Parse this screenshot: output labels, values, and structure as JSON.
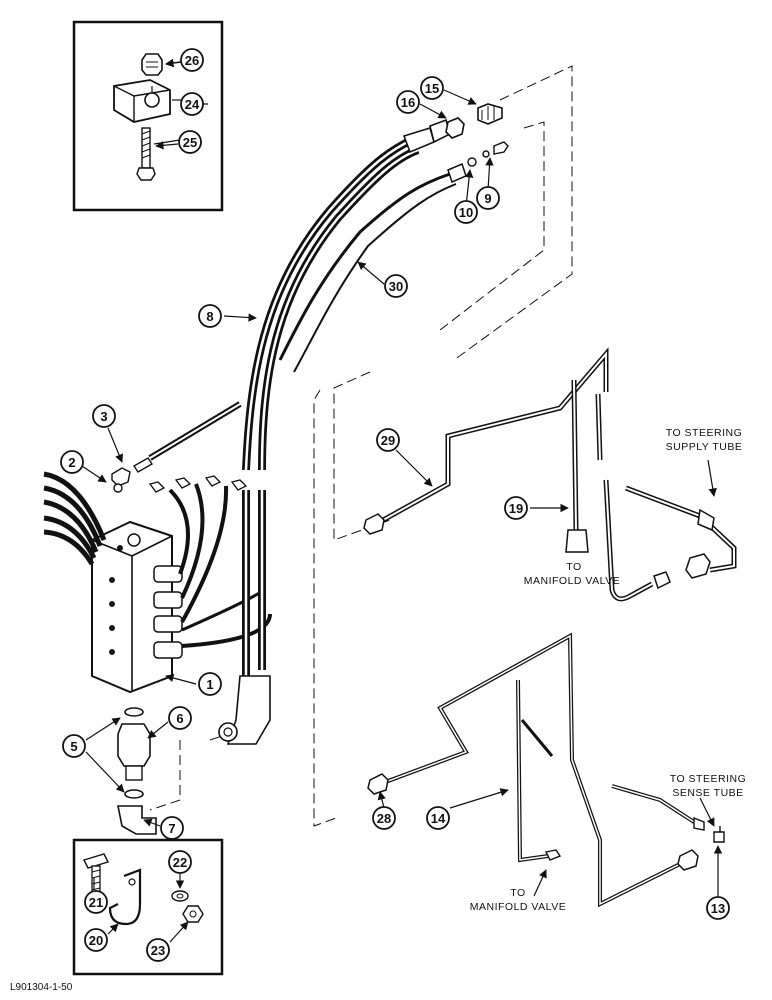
{
  "figure_code": "L901304-1-50",
  "callouts": {
    "c26": "26",
    "c24": "24",
    "c25": "25",
    "c15": "15",
    "c16": "16",
    "c9": "9",
    "c10": "10",
    "c30": "30",
    "c8": "8",
    "c3": "3",
    "c2": "2",
    "c29": "29",
    "c19": "19",
    "c1": "1",
    "c6": "6",
    "c5": "5",
    "c7": "7",
    "c28": "28",
    "c14": "14",
    "c13": "13",
    "c22": "22",
    "c21": "21",
    "c20": "20",
    "c23": "23"
  },
  "notes": {
    "steering_supply_1": "TO STEERING",
    "steering_supply_2": "SUPPLY TUBE",
    "manifold_upper_1": "TO",
    "manifold_upper_2": "MANIFOLD VALVE",
    "steering_sense_1": "TO STEERING",
    "steering_sense_2": "SENSE TUBE",
    "manifold_lower_1": "TO",
    "manifold_lower_2": "MANIFOLD VALVE"
  }
}
